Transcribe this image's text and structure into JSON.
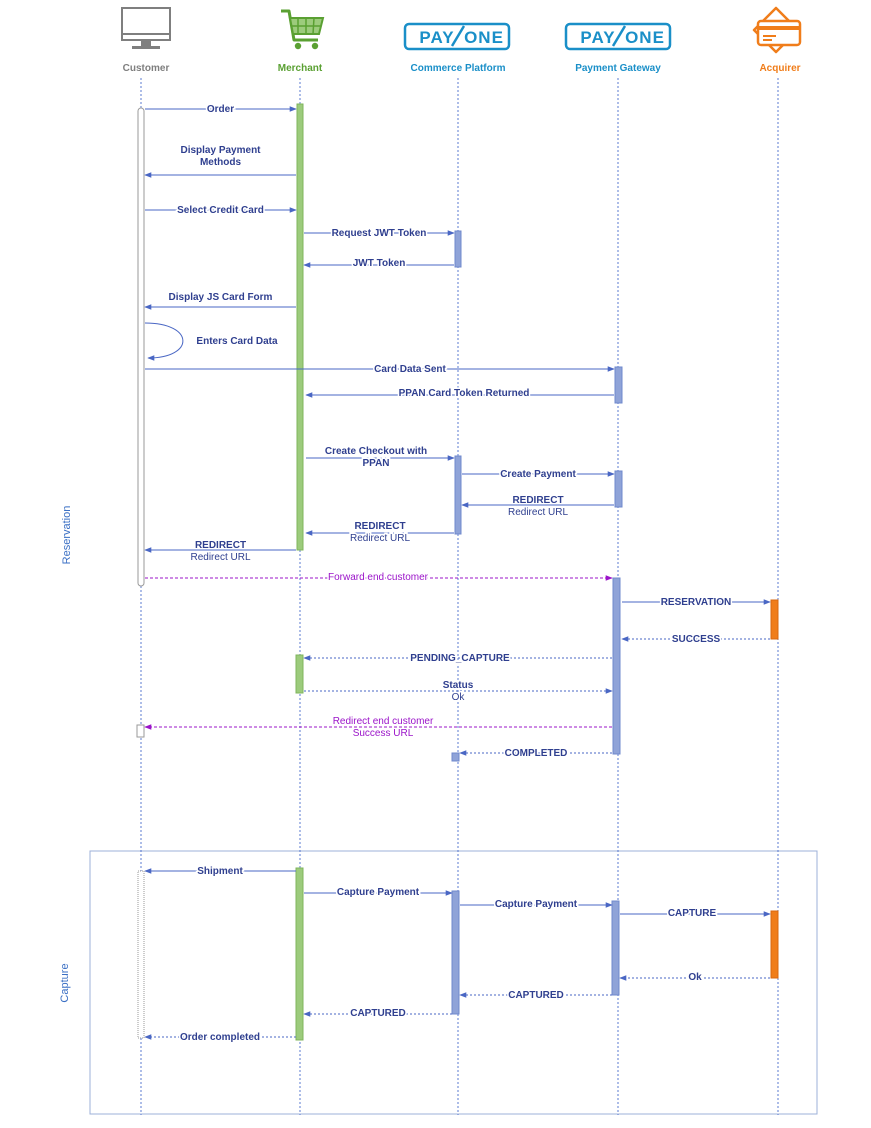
{
  "colors": {
    "customer": "#7f7f7f",
    "merchant": "#5aa032",
    "payone": "#1a8fc8",
    "acquirer": "#f07d1a",
    "arrow": "#4a67c4",
    "forward": "#9b14c9",
    "bar_blue": "#8fa3d8",
    "bar_green": "#9ccb7c",
    "bar_orange": "#f07d1a"
  },
  "actors": [
    {
      "key": "customer",
      "name": "Customer",
      "icon": "monitor-icon"
    },
    {
      "key": "merchant",
      "name": "Merchant",
      "icon": "shopping-cart-icon"
    },
    {
      "key": "commerce",
      "name": "Commerce Platform",
      "icon": "payone-logo",
      "logo_left": "PAY",
      "logo_right": "ONE"
    },
    {
      "key": "gateway",
      "name": "Payment Gateway",
      "icon": "payone-logo",
      "logo_left": "PAY",
      "logo_right": "ONE"
    },
    {
      "key": "acquirer",
      "name": "Acquirer",
      "icon": "credit-card-icon"
    }
  ],
  "frames": [
    {
      "label": "Reservation"
    },
    {
      "label": "Capture"
    }
  ],
  "messages": [
    {
      "id": "order",
      "label": [
        "Order"
      ],
      "from": "customer",
      "to": "merchant",
      "style": "solid"
    },
    {
      "id": "display-payment-methods",
      "label": [
        "Display Payment",
        "Methods"
      ],
      "from": "merchant",
      "to": "customer",
      "style": "solid"
    },
    {
      "id": "select-credit-card",
      "label": [
        "Select Credit Card"
      ],
      "from": "customer",
      "to": "merchant",
      "style": "solid"
    },
    {
      "id": "request-jwt-token",
      "label": [
        "Request JWT Token"
      ],
      "from": "merchant",
      "to": "commerce",
      "style": "solid"
    },
    {
      "id": "jwt-token",
      "label": [
        "JWT Token"
      ],
      "from": "commerce",
      "to": "merchant",
      "style": "solid"
    },
    {
      "id": "display-js-card-form",
      "label": [
        "Display JS Card Form"
      ],
      "from": "merchant",
      "to": "customer",
      "style": "solid"
    },
    {
      "id": "enters-card-data",
      "label": [
        "Enters Card Data"
      ],
      "from": "customer",
      "to": "customer",
      "style": "self"
    },
    {
      "id": "card-data-sent",
      "label": [
        "Card Data Sent"
      ],
      "from": "customer",
      "to": "gateway",
      "style": "solid"
    },
    {
      "id": "ppan-card-token-returned",
      "label": [
        "PPAN Card Token Returned"
      ],
      "from": "gateway",
      "to": "merchant",
      "style": "solid"
    },
    {
      "id": "create-checkout",
      "label": [
        "Create Checkout with",
        "PPAN"
      ],
      "from": "merchant",
      "to": "commerce",
      "style": "solid"
    },
    {
      "id": "create-payment",
      "label": [
        "Create Payment"
      ],
      "from": "commerce",
      "to": "gateway",
      "style": "solid"
    },
    {
      "id": "redirect-gw",
      "label": [
        "REDIRECT",
        "Redirect URL"
      ],
      "from": "gateway",
      "to": "commerce",
      "style": "solid"
    },
    {
      "id": "redirect-cp",
      "label": [
        "REDIRECT",
        "Redirect URL"
      ],
      "from": "commerce",
      "to": "merchant",
      "style": "solid"
    },
    {
      "id": "redirect-merchant",
      "label": [
        "REDIRECT",
        "Redirect URL"
      ],
      "from": "merchant",
      "to": "customer",
      "style": "solid"
    },
    {
      "id": "forward-end-customer",
      "label": [
        "Forward end customer"
      ],
      "from": "customer",
      "to": "gateway",
      "style": "dashed-purple"
    },
    {
      "id": "reservation",
      "label": [
        "RESERVATION"
      ],
      "from": "gateway",
      "to": "acquirer",
      "style": "solid"
    },
    {
      "id": "success",
      "label": [
        "SUCCESS"
      ],
      "from": "acquirer",
      "to": "gateway",
      "style": "dotted"
    },
    {
      "id": "pending-capture",
      "label": [
        "PENDING_CAPTURE"
      ],
      "from": "gateway",
      "to": "merchant",
      "style": "dotted"
    },
    {
      "id": "status-ok",
      "label": [
        "Status",
        "Ok"
      ],
      "from": "merchant",
      "to": "gateway",
      "style": "dotted"
    },
    {
      "id": "redirect-end-customer",
      "label": [
        "Redirect end customer",
        "Success URL"
      ],
      "from": "gateway",
      "to": "customer",
      "style": "dashed-purple"
    },
    {
      "id": "completed",
      "label": [
        "COMPLETED"
      ],
      "from": "gateway",
      "to": "commerce",
      "style": "dotted"
    },
    {
      "id": "shipment",
      "label": [
        "Shipment"
      ],
      "from": "merchant",
      "to": "customer",
      "style": "solid"
    },
    {
      "id": "capture-payment-1",
      "label": [
        "Capture Payment"
      ],
      "from": "merchant",
      "to": "commerce",
      "style": "solid"
    },
    {
      "id": "capture-payment-2",
      "label": [
        "Capture Payment"
      ],
      "from": "commerce",
      "to": "gateway",
      "style": "solid"
    },
    {
      "id": "capture",
      "label": [
        "CAPTURE"
      ],
      "from": "gateway",
      "to": "acquirer",
      "style": "solid"
    },
    {
      "id": "ok",
      "label": [
        "Ok"
      ],
      "from": "acquirer",
      "to": "gateway",
      "style": "dotted"
    },
    {
      "id": "captured-gw",
      "label": [
        "CAPTURED"
      ],
      "from": "gateway",
      "to": "commerce",
      "style": "dotted"
    },
    {
      "id": "captured-cp",
      "label": [
        "CAPTURED"
      ],
      "from": "commerce",
      "to": "merchant",
      "style": "dotted"
    },
    {
      "id": "order-completed",
      "label": [
        "Order completed"
      ],
      "from": "merchant",
      "to": "customer",
      "style": "dotted"
    }
  ]
}
